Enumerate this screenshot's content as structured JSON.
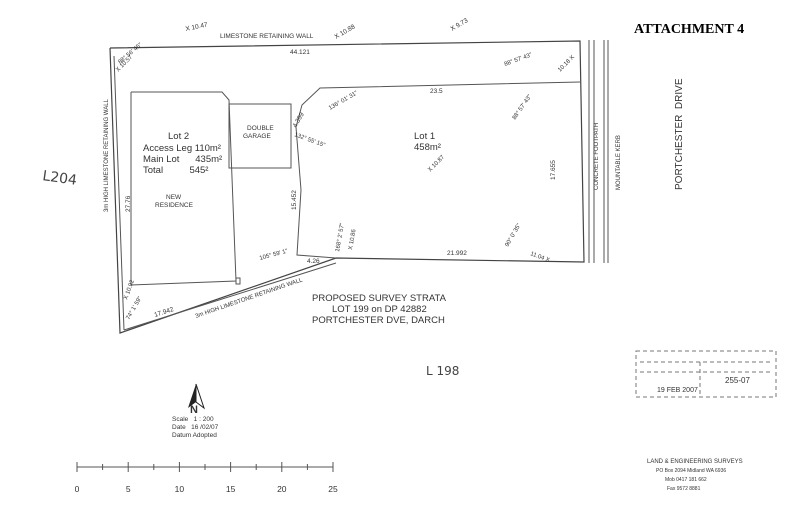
{
  "header": {
    "attachment": "ATTACHMENT 4"
  },
  "boundary_labels": {
    "top_wall": "LIMESTONE RETAINING WALL",
    "top_length": "44.121",
    "left_wall": "3m HIGH LIMESTONE RETAINING WALL",
    "bottom_wall": "3m HIGH LIMESTONE RETAINING WALL",
    "left_depth": "27.76",
    "bottom_length": "17.942",
    "lot1_top": "23.5",
    "lot1_right": "17.655",
    "lot1_bottom": "21.992",
    "lot_divider": "15.452",
    "step_a": "4.399",
    "step_b": "4.26"
  },
  "spot_levels": {
    "top_left": "X 10.47",
    "top_mid": "X 10.88",
    "top_right": "X 9.73",
    "upper_left": "X 10.57",
    "right_top": "10.18 X",
    "lot1_center": "X 10.87",
    "bottom_right": "11.04 X",
    "bottom_left": "X 10.92",
    "lot_join": "X 10.86"
  },
  "angles": {
    "top_left": "88° 56' 45\"",
    "top_right": "88° 57' 43\"",
    "right_mid": "88° 57' 43\"",
    "step_top": "136° 01' 31\"",
    "step_mid": "132° 55' 15\"",
    "bottom_right": "90° 0' 35\"",
    "lot_join": "168° 2' 57\"",
    "bottom_mid": "105° 59' 1\"",
    "bottom_left": "74° 1' 59\""
  },
  "lot2": {
    "title": "Lot 2",
    "access_leg": "Access Leg 110m²",
    "main_lot": "Main Lot      435m²",
    "total": "Total          545²"
  },
  "lot1": {
    "title": "Lot 1",
    "area": "458m²"
  },
  "garage": {
    "line1": "DOUBLE",
    "line2": "GARAGE"
  },
  "residence": {
    "line1": "NEW",
    "line2": "RESIDENCE"
  },
  "street": {
    "footpath": "CONCRETE FOOTPATH",
    "kerb": "MOUNTABLE KERB",
    "drive": "PORTCHESTER  DRIVE"
  },
  "survey_title": {
    "line1": "PROPOSED SURVEY STRATA",
    "line2": "LOT 199 on DP 42882",
    "line3": "PORTCHESTER DVE, DARCH"
  },
  "handwritten": {
    "left_lot": "L204",
    "bottom_lot": "L 198"
  },
  "legend": {
    "north": "N",
    "scale": "Scale   1 : 200",
    "date": "Date   16 /02/07",
    "datum": "Datum Adopted"
  },
  "scale_bar": {
    "ticks": [
      "0",
      "5",
      "10",
      "15",
      "20",
      "25"
    ]
  },
  "stamp": {
    "date": "19 FEB 2007",
    "ref": "255-07"
  },
  "surveyor": {
    "name": "LAND & ENGINEERING SURVEYS",
    "address": "PO Box 2094 Midland  WA 6936",
    "mob": "Mob 0417 181 662",
    "fax": "Fax 9572 8881"
  }
}
